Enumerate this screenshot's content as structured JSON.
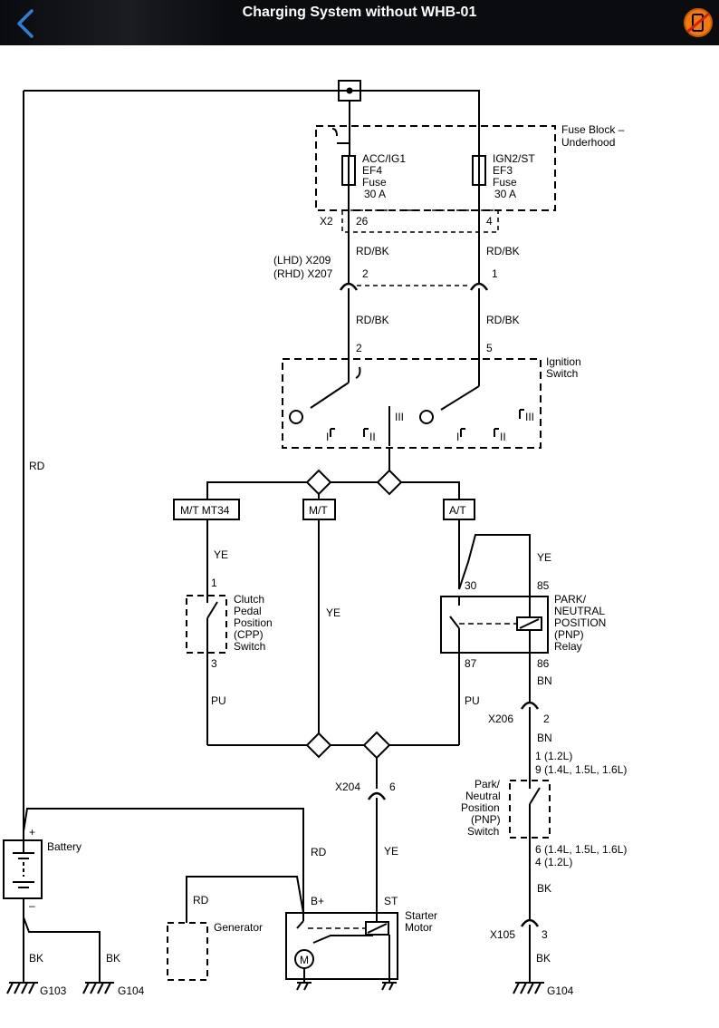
{
  "header": {
    "title": "Charging System without WHB-01",
    "back_icon": "chevron-left-icon",
    "menu_icon": "no-phone-icon",
    "accent_color": "#2f7fd6",
    "badge_color": "#f07a10"
  },
  "diagram": {
    "fuse_block": {
      "label1": "Fuse Block –",
      "label2": "Underhood"
    },
    "fuse_ef4": {
      "l1": "ACC/IG1",
      "l2": "EF4",
      "l3": "Fuse",
      "l4": "30 A"
    },
    "fuse_ef3": {
      "l1": "IGN2/ST",
      "l2": "EF3",
      "l3": "Fuse",
      "l4": "30 A"
    },
    "x2": {
      "label": "X2",
      "pin_a": "26",
      "pin_b": "4"
    },
    "wire_rdbk": "RD/BK",
    "conn_x209": "(LHD) X209",
    "conn_x207": "(RHD) X207",
    "pin_2": "2",
    "pin_1": "1",
    "pin_5": "5",
    "ignition": {
      "l1": "Ignition",
      "l2": "Switch",
      "pos_I": "I",
      "pos_II": "II",
      "pos_III": "III"
    },
    "wire_rd": "RD",
    "wire_ye": "YE",
    "wire_pu": "PU",
    "wire_bn": "BN",
    "wire_bk": "BK",
    "wire_st": "ST",
    "wire_bplus": "B+",
    "opt_mt34": "M/T MT34",
    "opt_mt": "M/T",
    "opt_at": "A/T",
    "cpp": {
      "l1": "Clutch",
      "l2": "Pedal",
      "l3": "Position",
      "l4": "(CPP)",
      "l5": "Switch",
      "pin_top": "1",
      "pin_bottom": "3"
    },
    "pnp_relay": {
      "l1": "PARK/",
      "l2": "NEUTRAL",
      "l3": "POSITION",
      "l4": "(PNP)",
      "l5": "Relay",
      "p30": "30",
      "p85": "85",
      "p87": "87",
      "p86": "86"
    },
    "x206": {
      "label": "X206",
      "pin": "2"
    },
    "pnp_switch": {
      "l1": "Park/",
      "l2": "Neutral",
      "l3": "Position",
      "l4": "(PNP)",
      "l5": "Switch",
      "pin_top1": "1 (1.2L)",
      "pin_top2": "9 (1.4L, 1.5L, 1.6L)",
      "pin_bot1": "6 (1.4L, 1.5L, 1.6L)",
      "pin_bot2": "4 (1.2L)"
    },
    "x204": {
      "label": "X204",
      "pin": "6"
    },
    "x105": {
      "label": "X105",
      "pin": "3"
    },
    "battery": {
      "label": "Battery",
      "plus": "+",
      "minus": "–"
    },
    "generator": "Generator",
    "starter": {
      "l1": "Starter",
      "l2": "Motor",
      "m": "M"
    },
    "grounds": {
      "g103": "G103",
      "g104a": "G104",
      "g104b": "G104"
    }
  }
}
